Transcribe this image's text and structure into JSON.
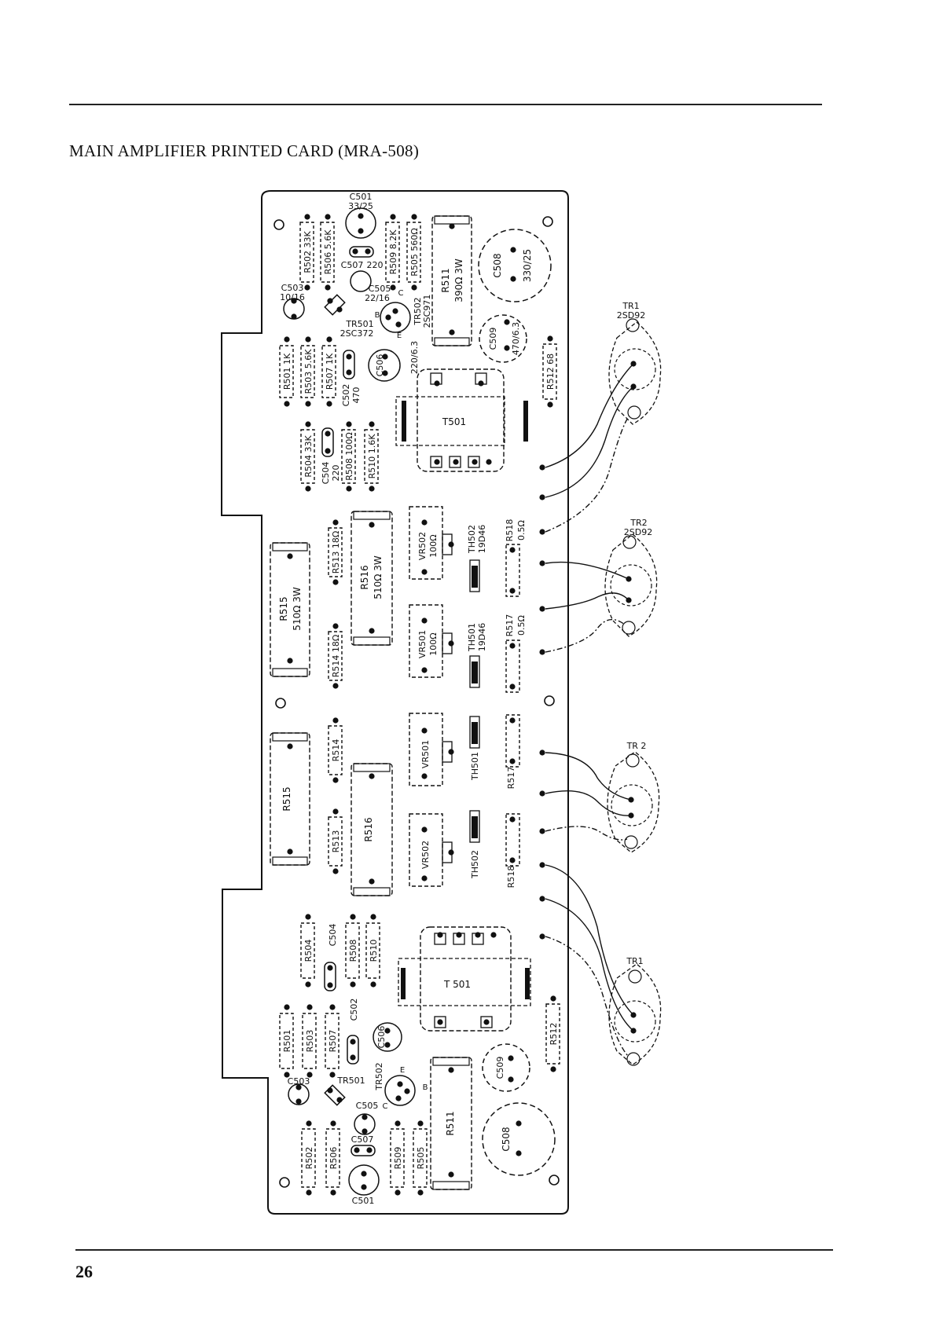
{
  "document": {
    "title": "MAIN AMPLIFIER PRINTED CARD (MRA-508)",
    "page_number": "26"
  },
  "top_channel": {
    "resistors": [
      {
        "id": "r502",
        "label": "R502 33K"
      },
      {
        "id": "r506",
        "label": "R506 5.6K"
      },
      {
        "id": "r509",
        "label": "R509 8.2K"
      },
      {
        "id": "r505",
        "label": "R505 560Ω"
      },
      {
        "id": "r501",
        "label": "R501 1K"
      },
      {
        "id": "r503",
        "label": "R503 5.6K"
      },
      {
        "id": "r507",
        "label": "R507 1K"
      },
      {
        "id": "r504",
        "label": "R504 33K"
      },
      {
        "id": "r508",
        "label": "R508 100Ω"
      },
      {
        "id": "r510",
        "label": "R510 1.6K"
      },
      {
        "id": "r512",
        "label": "R512 68"
      },
      {
        "id": "r513",
        "label": "R513 18Ω"
      },
      {
        "id": "r514",
        "label": "R514 18Ω"
      }
    ],
    "r511": {
      "name": "R511",
      "value": "390Ω 3W"
    },
    "r515": {
      "name": "R515",
      "value": "510Ω 3W"
    },
    "r516": {
      "name": "R516",
      "value": "510Ω 3W"
    },
    "r518": {
      "name": "R518",
      "value": "0.5Ω"
    },
    "r517": {
      "name": "R517",
      "value": "0.5Ω"
    },
    "capacitors": {
      "c501": {
        "name": "C501",
        "value": "33/25"
      },
      "c507": {
        "name": "C507",
        "value": "220"
      },
      "c503": {
        "name": "C503",
        "value": "10/16"
      },
      "c505": {
        "name": "C505",
        "value": "22/16"
      },
      "c508": {
        "name": "C508",
        "value": "330/25"
      },
      "c509": {
        "name": "C509",
        "value": "470/6.3"
      },
      "c506": {
        "name": "C506",
        "value": "220/6.3"
      },
      "c502": {
        "name": "C502",
        "value": "470"
      },
      "c504": {
        "name": "C504",
        "value": "220"
      }
    },
    "transistors": {
      "tr501": {
        "name": "TR501",
        "type": "2SC372"
      },
      "tr502": {
        "name": "TR502",
        "type": "2SC971"
      },
      "tr502_pins": {
        "b": "B",
        "c": "C",
        "e": "E"
      }
    },
    "transformer": "T501",
    "vr502": {
      "name": "VR502",
      "value": "100Ω"
    },
    "vr501": {
      "name": "VR501",
      "value": "100Ω"
    },
    "th502": {
      "name": "TH502",
      "value": "19D46"
    },
    "th501": {
      "name": "TH501",
      "value": "19D46"
    },
    "power_tr1": {
      "name": "TR1",
      "type": "2SD92"
    },
    "power_tr2": {
      "name": "TR2",
      "type": "2SD92"
    }
  },
  "bottom_channel": {
    "resistors": [
      "R504",
      "R508",
      "R510",
      "R501",
      "R503",
      "R507",
      "R512",
      "R502",
      "R506",
      "R509",
      "R505",
      "R511",
      "R515",
      "R516",
      "R514",
      "R513",
      "R517",
      "R518"
    ],
    "capacitors": [
      "C504",
      "C502",
      "C506",
      "C509",
      "C508",
      "C503",
      "C505",
      "C507",
      "C501"
    ],
    "transistors": [
      "TR501",
      "TR502"
    ],
    "tr502_pins": {
      "e": "E",
      "c": "C",
      "b": "B"
    },
    "transformer": "T 501",
    "vr": [
      "VR501",
      "VR502"
    ],
    "th": [
      "TH501",
      "TH502"
    ],
    "power_tr1": "TR1",
    "power_tr2": "TR 2"
  },
  "colors": {
    "ink": "#111111",
    "paper": "#ffffff"
  }
}
